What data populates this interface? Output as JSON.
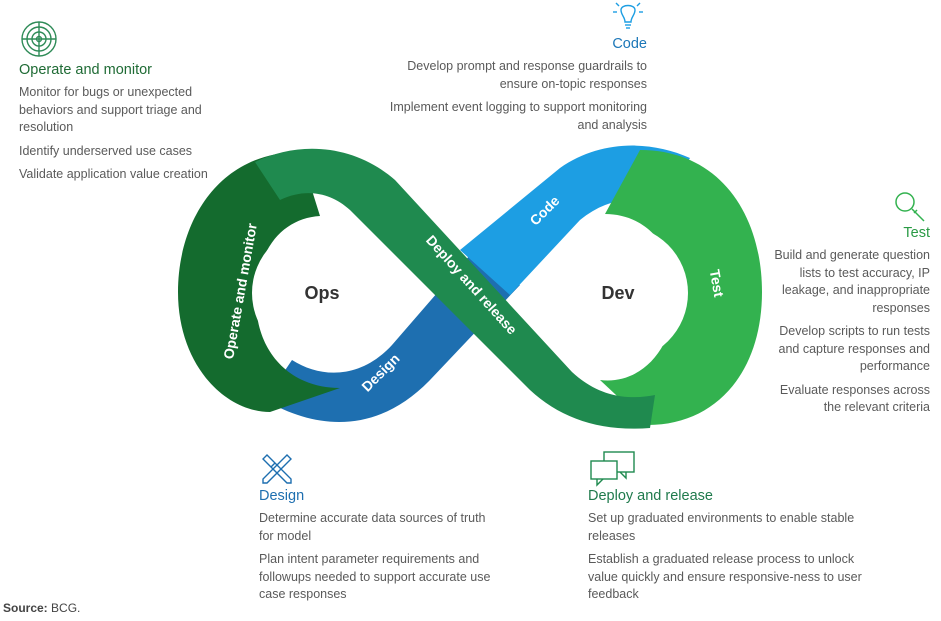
{
  "operate": {
    "title": "Operate and monitor",
    "items": [
      "Monitor for bugs or unexpected behaviors and support triage and resolution",
      "Identify underserved use cases",
      "Validate application value creation"
    ]
  },
  "code": {
    "title": "Code",
    "items": [
      "Develop prompt and response guardrails to ensure on-topic responses",
      "Implement event logging to support monitoring and analysis"
    ]
  },
  "test": {
    "title": "Test",
    "items": [
      "Build and generate question lists to test accuracy, IP leakage, and inappropriate responses",
      "Develop scripts to run tests and capture responses and performance",
      "Evaluate responses across the relevant criteria"
    ]
  },
  "design": {
    "title": "Design",
    "items": [
      "Determine accurate data sources of truth for model",
      "Plan intent parameter requirements and followups needed to support accurate use case responses"
    ]
  },
  "deploy": {
    "title": "Deploy and release",
    "items": [
      "Set up graduated environments to enable stable releases",
      "Establish a graduated release process to unlock value quickly and ensure responsive-ness to user feedback"
    ]
  },
  "loop": {
    "ops": "Ops",
    "dev": "Dev",
    "operate_label": "Operate and monitor",
    "design_label": "Design",
    "deploy_label": "Deploy and release",
    "code_label": "Code",
    "test_label": "Test"
  },
  "source": {
    "label": "Source:",
    "value": "BCG."
  },
  "colors": {
    "dark_green": "#146b2e",
    "mid_green": "#1f8a4f",
    "light_green": "#33b24f",
    "blue": "#1e6fb0",
    "light_blue": "#1d9ee3"
  },
  "icons": {
    "operate": "target-icon",
    "code": "lightbulb-icon",
    "test": "magnifier-icon",
    "design": "pencil-ruler-icon",
    "deploy": "chat-bubbles-icon"
  }
}
